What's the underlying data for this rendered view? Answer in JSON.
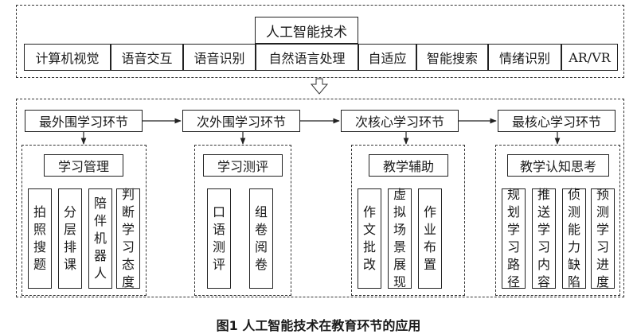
{
  "ai_tech": {
    "title": "人工智能技术",
    "items": [
      "计算机视觉",
      "语音交互",
      "语音识别",
      "自然语言处理",
      "自适应",
      "智能搜索",
      "情绪识别",
      "AR/VR"
    ]
  },
  "stages": [
    {
      "title": "最外围学习环节",
      "category": "学习管理",
      "items": [
        "拍照搜题",
        "分层排课",
        "陪伴机器人",
        "判断学习态度"
      ]
    },
    {
      "title": "次外围学习环节",
      "category": "学习测评",
      "items": [
        "口语测评",
        "组卷阅卷"
      ]
    },
    {
      "title": "次核心学习环节",
      "category": "教学辅助",
      "items": [
        "作文批改",
        "虚拟场景展现",
        "作业布置"
      ]
    },
    {
      "title": "最核心学习环节",
      "category": "教学认知思考",
      "items": [
        "规划学习路径",
        "推送学习内容",
        "侦测能力缺陷",
        "预测学习进度"
      ]
    }
  ],
  "caption": "图1   人工智能技术在教育环节的应用"
}
